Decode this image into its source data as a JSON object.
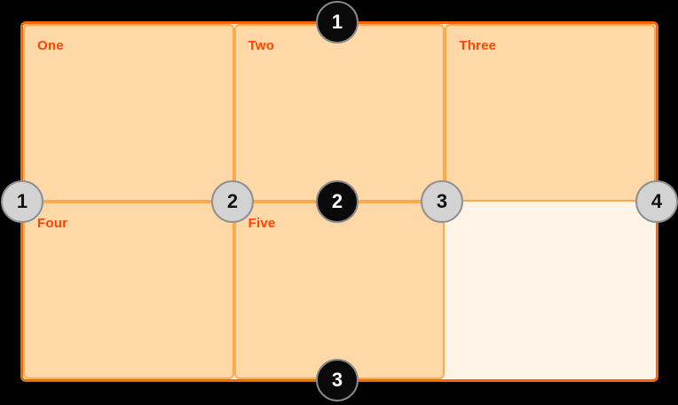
{
  "grid": {
    "cells": [
      {
        "label": "One"
      },
      {
        "label": "Two"
      },
      {
        "label": "Three"
      },
      {
        "label": "Four"
      },
      {
        "label": "Five"
      }
    ],
    "columns": 3,
    "rows": 2
  },
  "column_lines": [
    "1",
    "2",
    "3",
    "4"
  ],
  "row_lines": [
    "1",
    "2",
    "3"
  ],
  "colors": {
    "background": "#000000",
    "container_border": "#f76707",
    "container_bg": "#fff4e6",
    "cell_bg": "#ffd8a8",
    "cell_border": "#ffa94d",
    "label_text": "#ff4500",
    "column_marker_bg": "#d3d3d3",
    "column_marker_border": "#909090",
    "column_marker_text": "#111111",
    "row_marker_bg": "#0a0a0a",
    "row_marker_border": "#888888",
    "row_marker_text": "#ffffff"
  }
}
